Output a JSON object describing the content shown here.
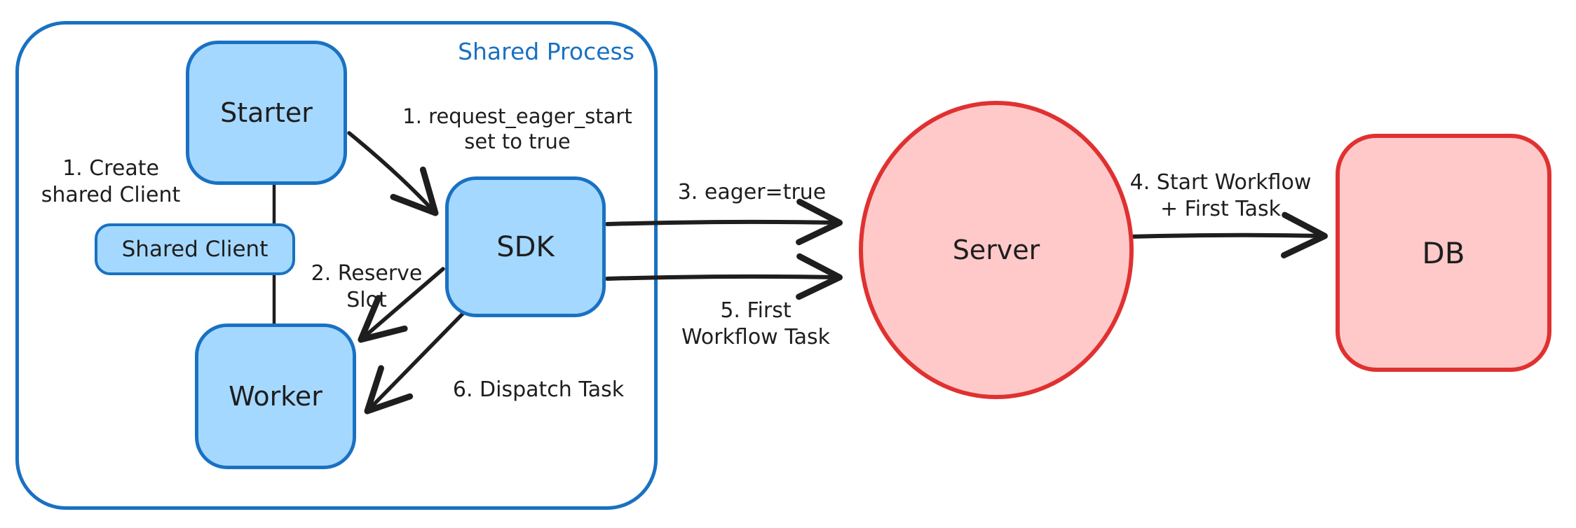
{
  "diagram": {
    "group_label": "Shared Process",
    "nodes": {
      "starter": {
        "label": "Starter"
      },
      "shared_client": {
        "label": "Shared Client"
      },
      "worker": {
        "label": "Worker"
      },
      "sdk": {
        "label": "SDK"
      },
      "server": {
        "label": "Server"
      },
      "db": {
        "label": "DB"
      }
    },
    "annotations": {
      "create_shared_client": "1. Create\nshared Client",
      "request_eager_start": "1. request_eager_start\nset to true",
      "reserve_slot": "2. Reserve\nSlot",
      "eager_true": "3. eager=true",
      "start_workflow": "4. Start Workflow\n+ First Task",
      "first_workflow_task": "5. First\nWorkflow Task",
      "dispatch_task": "6. Dispatch Task"
    },
    "edges": [
      {
        "from": "starter",
        "to": "sdk",
        "label": "1. request_eager_start set to true"
      },
      {
        "from": "starter",
        "to": "worker",
        "label": ""
      },
      {
        "from": "sdk",
        "to": "worker",
        "label": "2. Reserve Slot"
      },
      {
        "from": "sdk",
        "to": "server",
        "label": "3. eager=true"
      },
      {
        "from": "server",
        "to": "db",
        "label": "4. Start Workflow + First Task"
      },
      {
        "from": "sdk",
        "to": "server",
        "label": "5. First Workflow Task"
      },
      {
        "from": "sdk",
        "to": "worker",
        "label": "6. Dispatch Task"
      }
    ],
    "colors": {
      "blue_stroke": "#1971c2",
      "blue_fill": "#a5d8ff",
      "red_stroke": "#e03131",
      "red_fill": "#ffc9c9",
      "ink": "#1e1e1e",
      "canvas_bg": "#ffffff"
    }
  }
}
